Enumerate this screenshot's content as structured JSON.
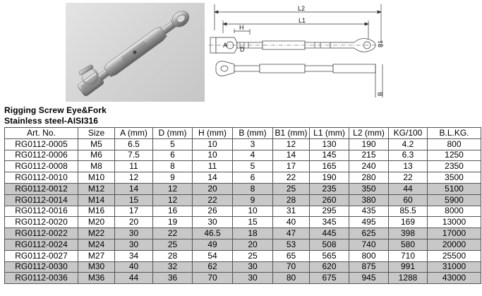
{
  "title": "Rigging Screw Eye&Fork",
  "subtitle": "Stainless steel-AISI316",
  "drawing": {
    "dim_L2": "L2",
    "dim_L1": "L1",
    "dim_H": "H",
    "dim_A": "A",
    "dim_D": "D",
    "dim_B1": "B1",
    "dim_B": "B"
  },
  "table": {
    "headers": [
      "Art. No.",
      "Size",
      "A (mm)",
      "D (mm)",
      "H (mm)",
      "B (mm)",
      "B1 (mm)",
      "L1 (mm)",
      "L2 (mm)",
      "KG/100",
      "B.L.KG."
    ],
    "rows": [
      [
        "RG0112-0005",
        "M5",
        "6.5",
        "5",
        "10",
        "3",
        "12",
        "130",
        "190",
        "4.2",
        "800"
      ],
      [
        "RG0112-0006",
        "M6",
        "7.5",
        "6",
        "10",
        "4",
        "14",
        "145",
        "215",
        "6.3",
        "1250"
      ],
      [
        "RG0112-0008",
        "M8",
        "11",
        "8",
        "11",
        "5",
        "17",
        "165",
        "240",
        "13",
        "2350"
      ],
      [
        "RG0112-0010",
        "M10",
        "12",
        "9",
        "14",
        "6",
        "22",
        "190",
        "280",
        "22",
        "3500"
      ],
      [
        "RG0112-0012",
        "M12",
        "14",
        "12",
        "20",
        "8",
        "25",
        "235",
        "350",
        "44",
        "5100"
      ],
      [
        "RG0112-0014",
        "M14",
        "15",
        "12",
        "22",
        "9",
        "28",
        "260",
        "380",
        "60",
        "5900"
      ],
      [
        "RG0112-0016",
        "M16",
        "17",
        "16",
        "26",
        "10",
        "31",
        "295",
        "435",
        "85.5",
        "8000"
      ],
      [
        "RG0112-0020",
        "M20",
        "20",
        "19",
        "30",
        "15",
        "40",
        "345",
        "495",
        "169",
        "13000"
      ],
      [
        "RG0112-0022",
        "M22",
        "30",
        "22",
        "46.5",
        "18",
        "47",
        "445",
        "625",
        "398",
        "17000"
      ],
      [
        "RG0112-0024",
        "M24",
        "30",
        "25",
        "49",
        "20",
        "53",
        "508",
        "740",
        "580",
        "20000"
      ],
      [
        "RG0112-0027",
        "M27",
        "34",
        "28",
        "54",
        "25",
        "65",
        "565",
        "800",
        "710",
        "25500"
      ],
      [
        "RG0112-0030",
        "M30",
        "40",
        "32",
        "62",
        "30",
        "70",
        "620",
        "875",
        "991",
        "31000"
      ],
      [
        "RG0112-0036",
        "M36",
        "44",
        "36",
        "70",
        "30",
        "80",
        "675",
        "945",
        "1288",
        "43000"
      ]
    ],
    "shaded_rows": [
      4,
      5,
      8,
      9,
      11,
      12
    ]
  }
}
